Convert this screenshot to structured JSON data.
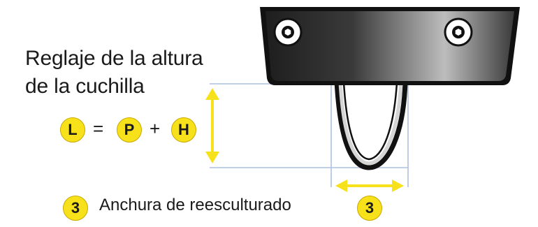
{
  "heading": {
    "line1": "Reglaje de la altura",
    "line2": "de la cuchilla"
  },
  "formula": {
    "lhs": "L",
    "equals": "=",
    "term1": "P",
    "plus": "+",
    "term2": "H"
  },
  "legend": {
    "marker": "3",
    "text": "Anchura de reesculturado"
  },
  "width_marker": "3",
  "colors": {
    "accent_yellow": "#f7e11a",
    "guide_blue": "#aebfe3",
    "holder_dark": "#2b2b2b"
  }
}
